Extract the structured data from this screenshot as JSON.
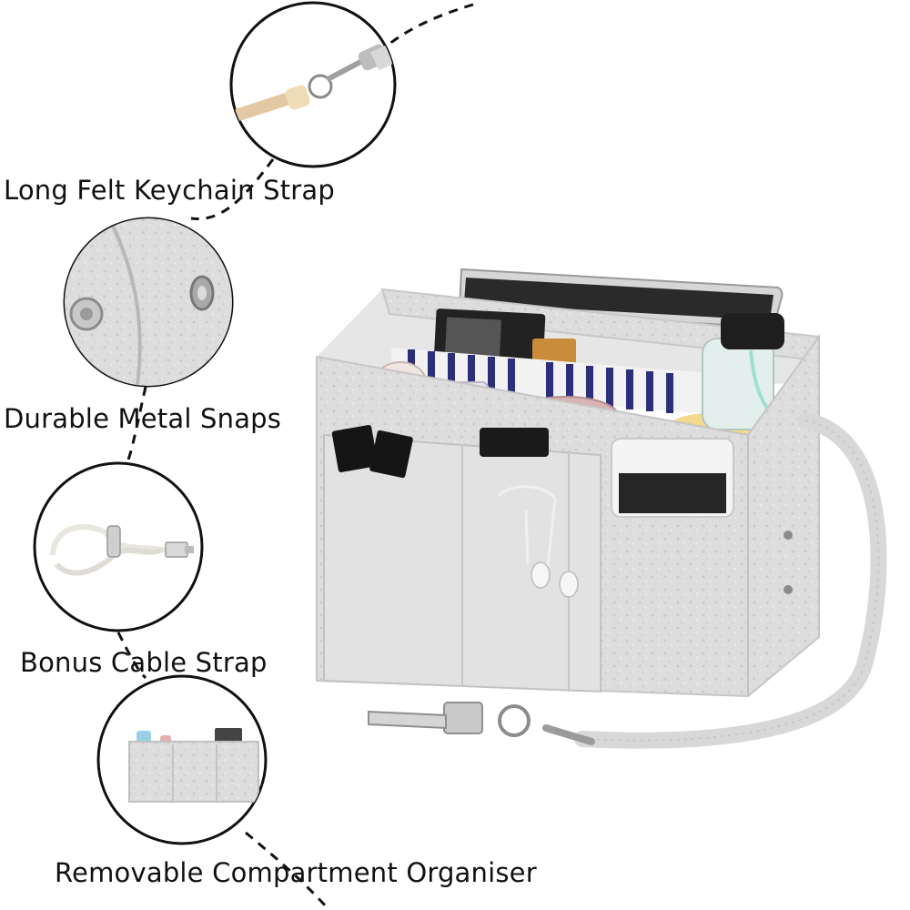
{
  "features": [
    {
      "label": "Long Felt Keychain Strap",
      "icon": "keychain-icon"
    },
    {
      "label": "Durable Metal Snaps",
      "icon": "metal-snap-icon"
    },
    {
      "label": "Bonus Cable Strap",
      "icon": "cable-icon"
    },
    {
      "label": "Removable Compartment Organiser",
      "icon": "organiser-icon"
    }
  ],
  "product": {
    "icon": "felt-bag-organizer-icon"
  },
  "colors": {
    "felt": "#dcdcdc",
    "text": "#111111",
    "background": "#ffffff"
  }
}
